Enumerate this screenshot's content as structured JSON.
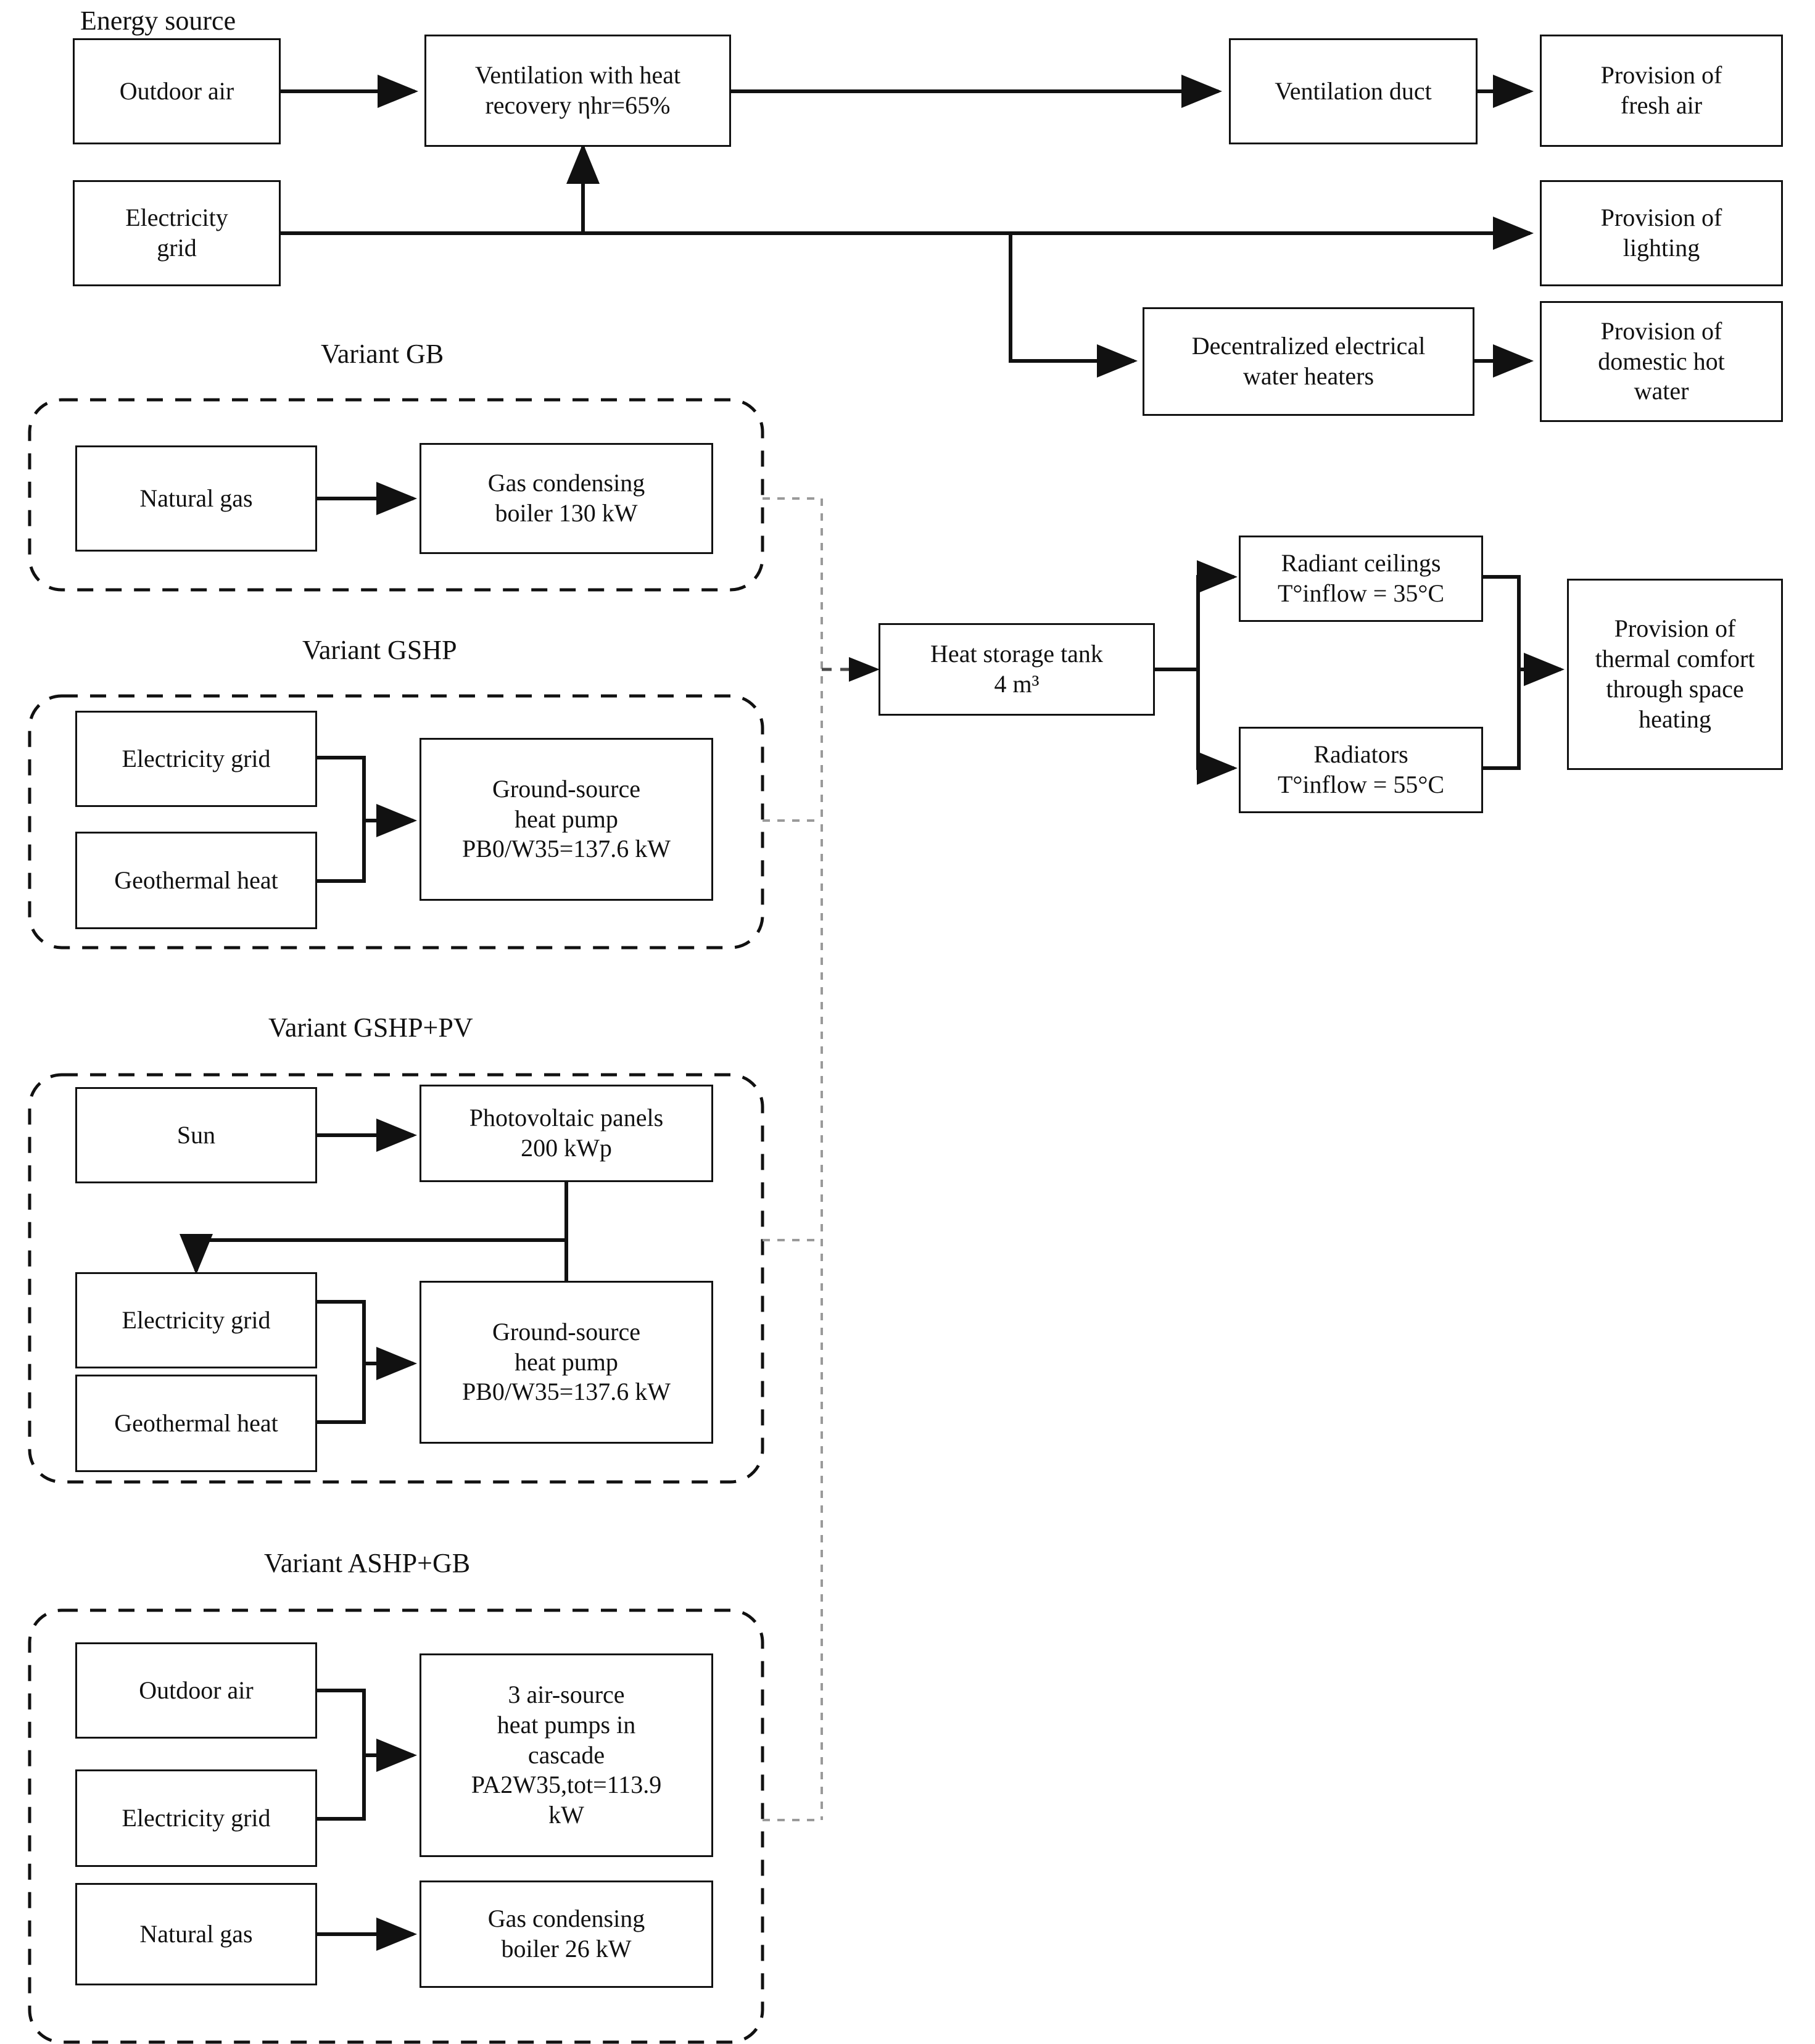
{
  "figure": {
    "section_label": "Energy source",
    "variant_titles": {
      "gb": "Variant GB",
      "gshp": "Variant GSHP",
      "gshp_pv": "Variant GSHP+PV",
      "ashp_gb": "Variant ASHP+GB"
    }
  },
  "top_chain": {
    "outdoor_air": "Outdoor air",
    "ventilation_hr_line1": "Ventilation with heat",
    "ventilation_hr_line2": "recovery ηhr=65%",
    "ventilation_duct": "Ventilation duct",
    "provision_fresh_air_line1": "Provision of",
    "provision_fresh_air_line2": "fresh air",
    "electricity_grid_line1": "Electricity",
    "electricity_grid_line2": "grid",
    "provision_lighting_line1": "Provision of",
    "provision_lighting_line2": "lighting",
    "dhw_heaters_line1": "Decentralized electrical",
    "dhw_heaters_line2": "water heaters",
    "provision_dhw_line1": "Provision of",
    "provision_dhw_line2": "domestic hot",
    "provision_dhw_line3": "water"
  },
  "variant_gb": {
    "natural_gas": "Natural gas",
    "gas_boiler_line1": "Gas condensing",
    "gas_boiler_line2": "boiler 130 kW"
  },
  "variant_gshp": {
    "electricity_grid": "Electricity grid",
    "geothermal_heat": "Geothermal heat",
    "heat_pump_line1": "Ground-source",
    "heat_pump_line2": "heat pump",
    "heat_pump_line3": "PB0/W35=137.6 kW"
  },
  "variant_gshp_pv": {
    "sun": "Sun",
    "pv_panels_line1": "Photovoltaic panels",
    "pv_panels_line2": "200 kWp",
    "electricity_grid": "Electricity grid",
    "geothermal_heat": "Geothermal heat",
    "heat_pump_line1": "Ground-source",
    "heat_pump_line2": "heat pump",
    "heat_pump_line3": "PB0/W35=137.6 kW"
  },
  "variant_ashp_gb": {
    "outdoor_air": "Outdoor air",
    "electricity_grid": "Electricity grid",
    "ashp_line1": "3 air-source",
    "ashp_line2": "heat pumps in",
    "ashp_line3": "cascade",
    "ashp_line4": "PA2W35,tot=113.9",
    "ashp_line5": "kW",
    "natural_gas": "Natural gas",
    "gas_boiler_line1": "Gas condensing",
    "gas_boiler_line2": "boiler 26 kW"
  },
  "distribution": {
    "heat_storage_line1": "Heat storage tank",
    "heat_storage_line2": "4 m³",
    "radiant_ceilings_line1": "Radiant ceilings",
    "radiant_ceilings_line2": "T°inflow = 35°C",
    "radiators_line1": "Radiators",
    "radiators_line2": "T°inflow = 55°C",
    "provision_thermal_line1": "Provision of",
    "provision_thermal_line2": "thermal comfort",
    "provision_thermal_line3": "through space",
    "provision_thermal_line4": "heating"
  },
  "colors": {
    "stroke": "#111111",
    "dashed_group": "#1a1a1a",
    "dotted_link": "#999999",
    "background": "#ffffff"
  }
}
